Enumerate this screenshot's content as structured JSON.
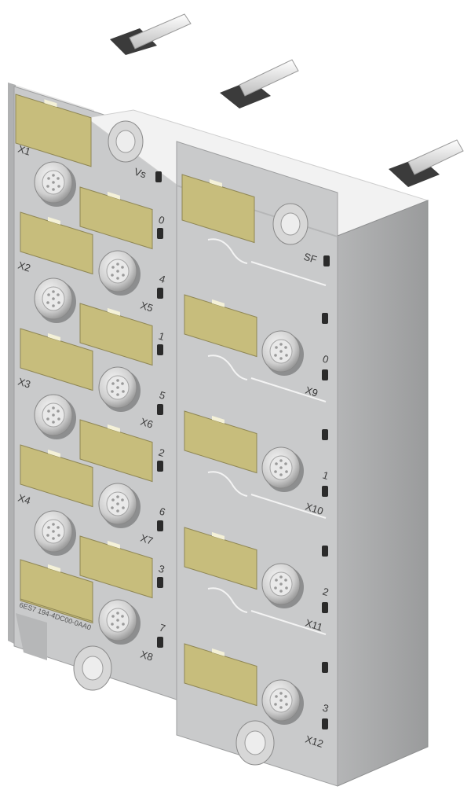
{
  "device": {
    "status_labels": {
      "vs": "Vs",
      "sf": "SF"
    },
    "part_number": "6ES7 194-4DC00-0AA0",
    "left_connectors": [
      {
        "id": "X1"
      },
      {
        "id": "X2"
      },
      {
        "id": "X3"
      },
      {
        "id": "X4"
      }
    ],
    "middle_connectors": [
      {
        "id": "X5",
        "channels": [
          "0",
          "4"
        ]
      },
      {
        "id": "X6",
        "channels": [
          "1",
          "5"
        ]
      },
      {
        "id": "X7",
        "channels": [
          "2",
          "6"
        ]
      },
      {
        "id": "X8",
        "channels": [
          "3",
          "7"
        ]
      }
    ],
    "right_connectors": [
      {
        "id": "X9",
        "channel": "0"
      },
      {
        "id": "X10",
        "channel": "1"
      },
      {
        "id": "X11",
        "channel": "2"
      },
      {
        "id": "X12",
        "channel": "3"
      }
    ],
    "colors": {
      "housing_front": "#c9cacb",
      "housing_side": "#a9aaab",
      "housing_top": "#f2f2f2",
      "label_strip": "#c7bd7c",
      "label_tab": "#f4f1d8",
      "connector": "#dcdcdc",
      "led": "#2b2b2b"
    }
  }
}
